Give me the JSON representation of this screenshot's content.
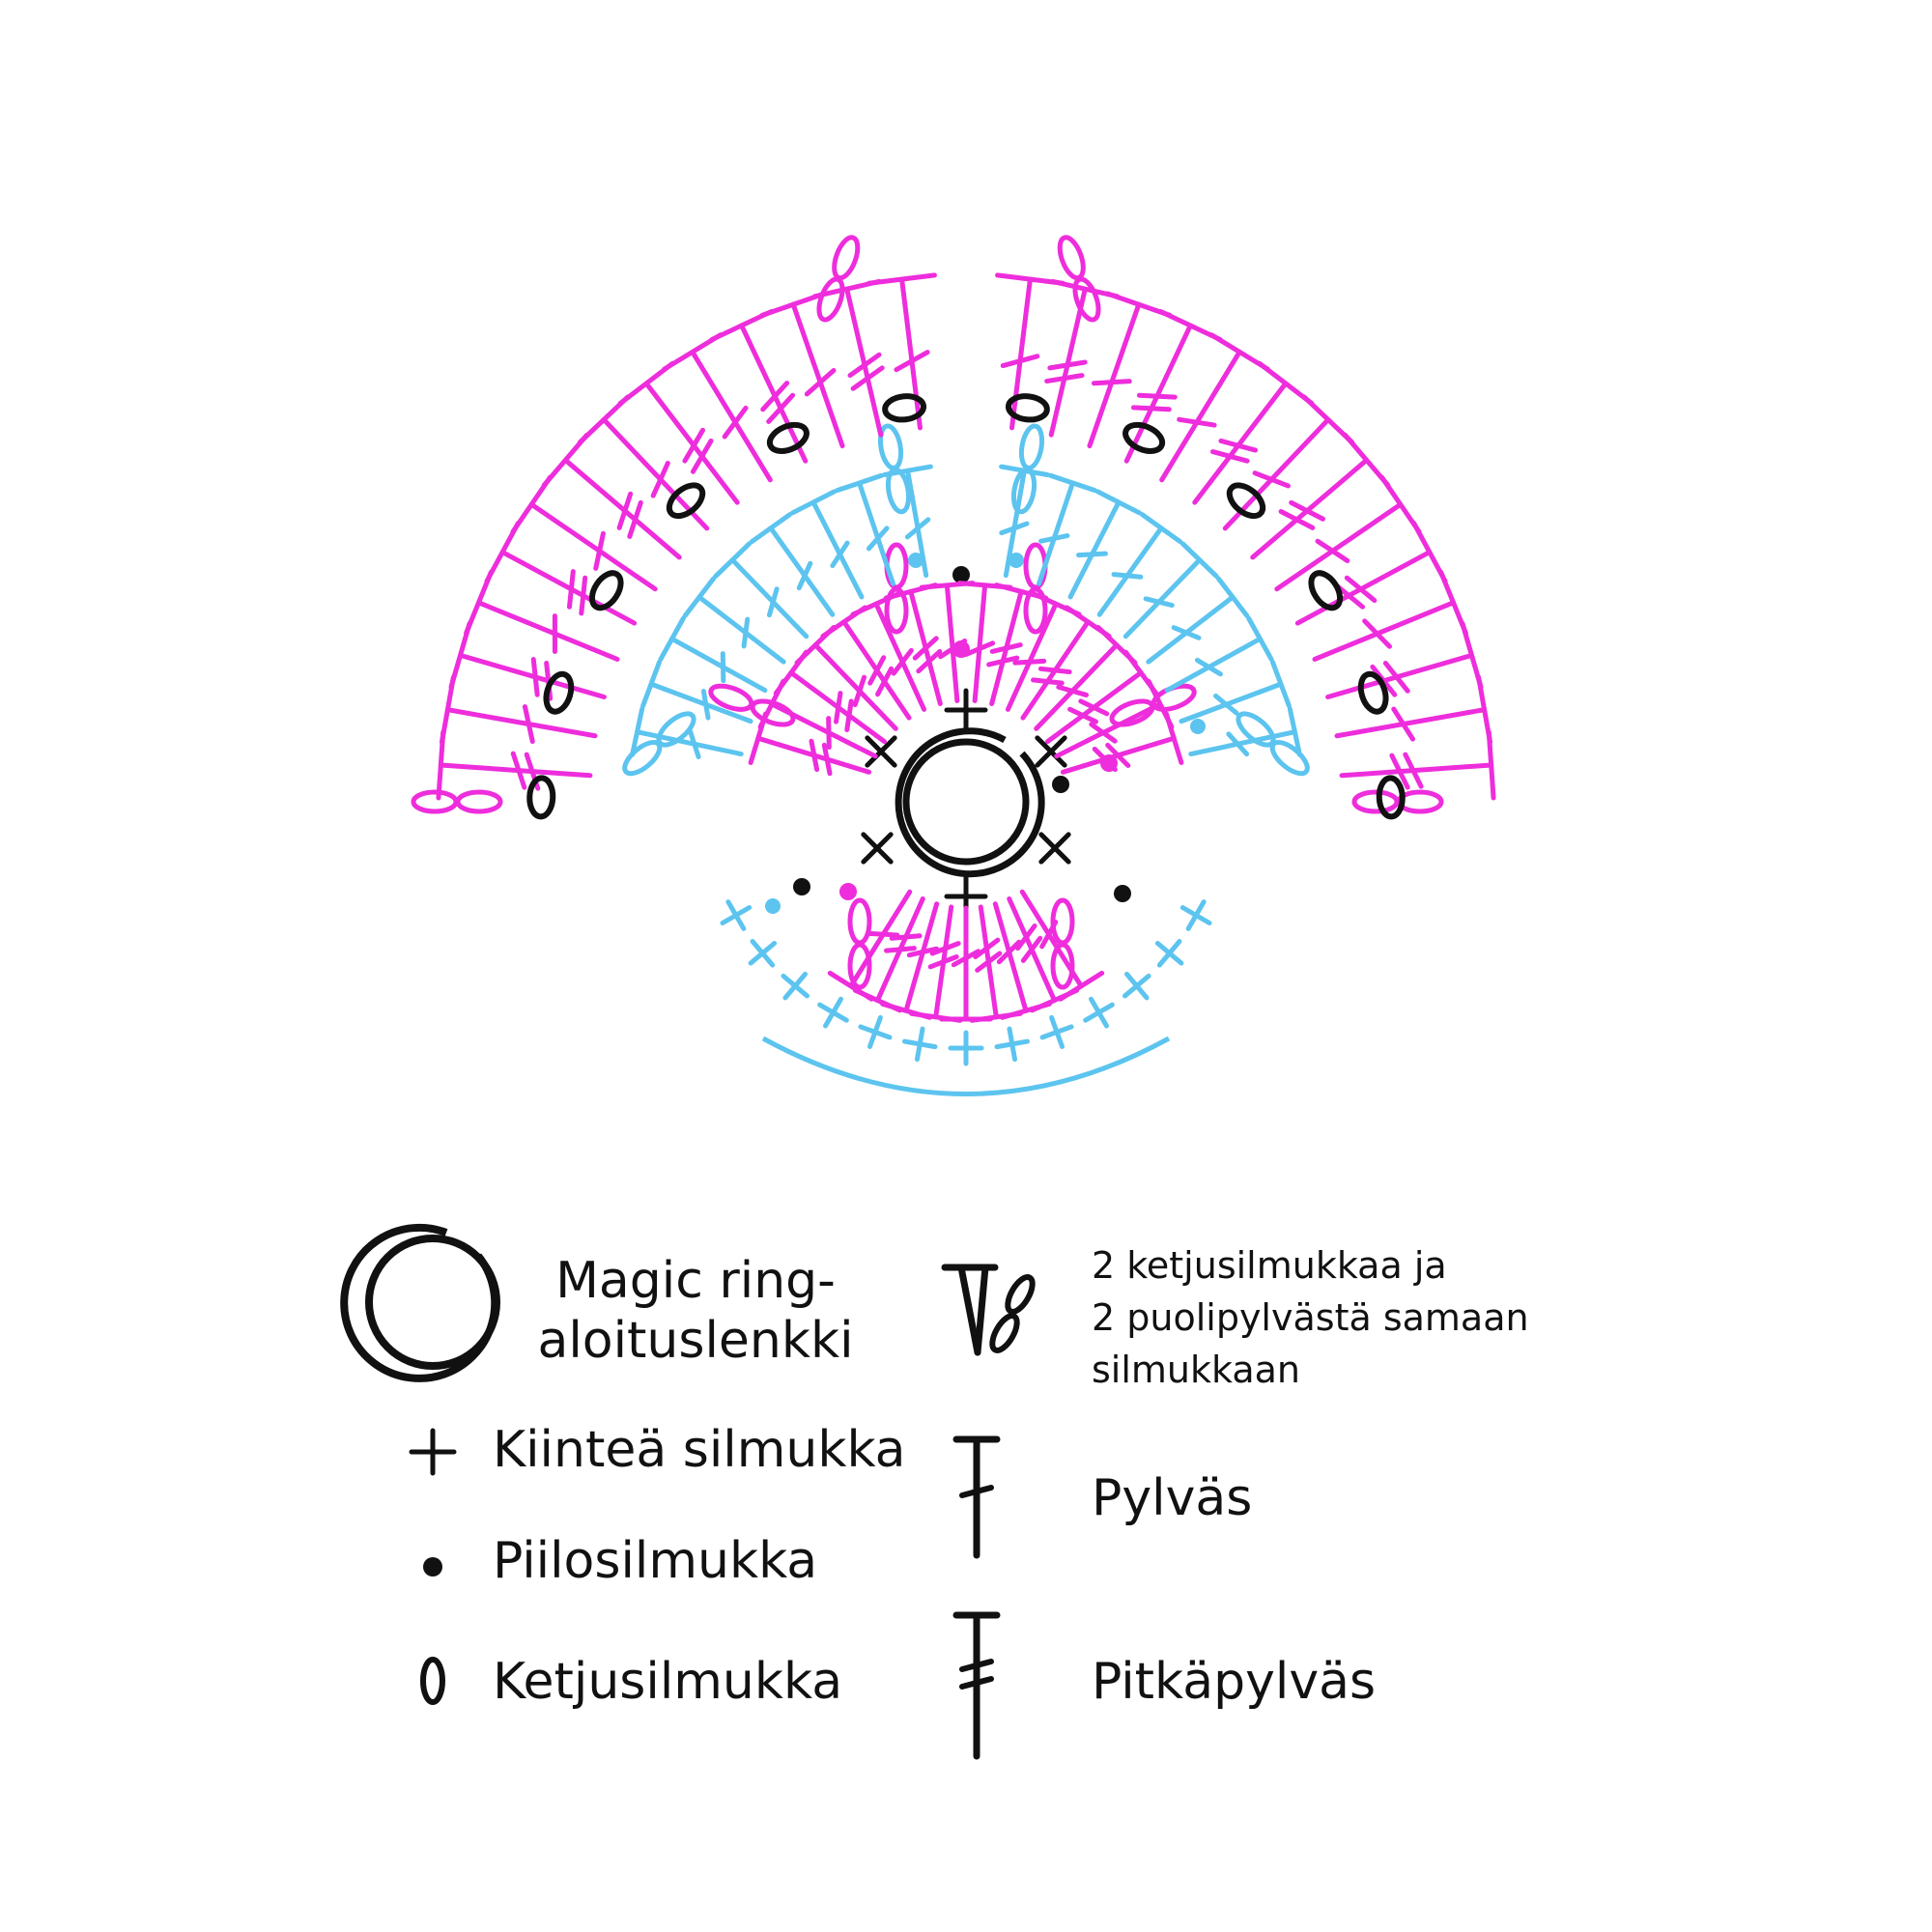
{
  "colors": {
    "pink": "#ee2ddc",
    "blue": "#5cc4ef",
    "black": "#111111"
  },
  "legend": {
    "magic_ring": {
      "icon": "magic-ring-icon",
      "line1": "Magic ring-",
      "line2": "aloituslenkki"
    },
    "sc": {
      "icon": "plus-icon",
      "label": "Kiinteä silmukka"
    },
    "slst": {
      "icon": "dot-icon",
      "label": "Piilosilmukka"
    },
    "chain": {
      "icon": "oval-icon",
      "label": "Ketjusilmukka"
    },
    "ch2_hdc2": {
      "icon": "ch2-hdc2-icon",
      "line1": "2 ketjusilmukkaa ja",
      "line2": "2 puolipylvästä samaan",
      "line3": "silmukkaan"
    },
    "dc": {
      "icon": "dc-icon",
      "label": "Pylväs"
    },
    "tr": {
      "icon": "tr-icon",
      "label": "Pitkäpylväs"
    }
  }
}
